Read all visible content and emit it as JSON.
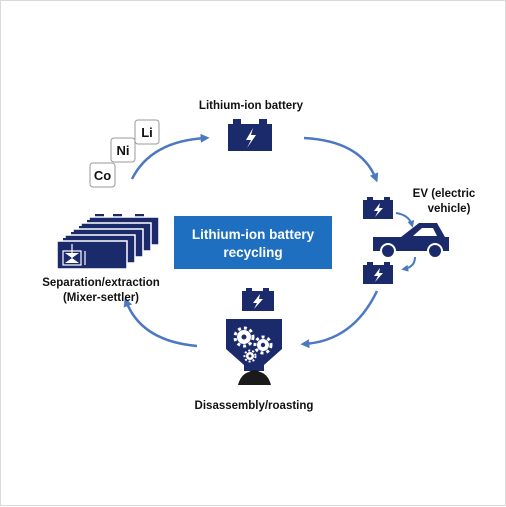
{
  "center": {
    "line1": "Lithium-ion battery",
    "line2": "recycling"
  },
  "nodes": {
    "battery": "Lithium-ion battery",
    "ev_line1": "EV (electric",
    "ev_line2": "vehicle)",
    "disassembly": "Disassembly/roasting",
    "separation_line1": "Separation/extraction",
    "separation_line2": "(Mixer-settler)"
  },
  "elements": [
    "Li",
    "Ni",
    "Co"
  ],
  "colors": {
    "navy": "#1b2a6b",
    "accent_blue": "#1f6fc0",
    "arrow": "#4a78c2",
    "lightning": "#ffffff",
    "residue": "#1a1a1a"
  },
  "icons": [
    "battery-icon",
    "ev-car-icon",
    "shredder-icon",
    "gear-icon",
    "mixer-settler-icon",
    "element-tile-icon"
  ]
}
